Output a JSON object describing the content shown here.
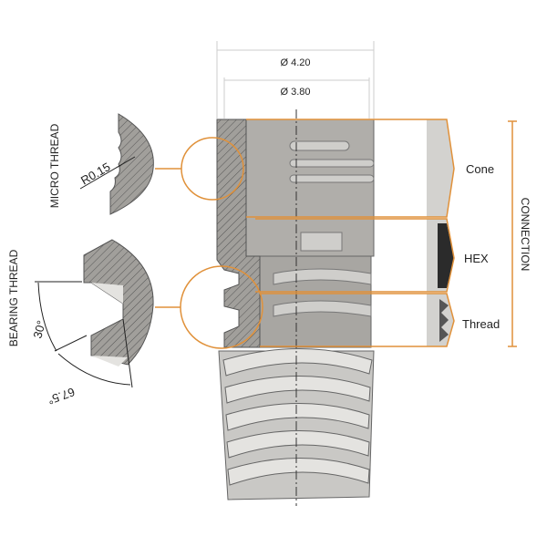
{
  "dimensions": {
    "outer": "Ø 4.20",
    "inner": "Ø 3.80"
  },
  "details": {
    "micro_thread": {
      "title": "MICRO THREAD",
      "radius": "R0.15"
    },
    "bearing_thread": {
      "title": "BEARING THREAD",
      "angle_a": "30°",
      "angle_b": "67.5°"
    }
  },
  "connection": {
    "title": "CONNECTION",
    "parts": [
      {
        "label": "Cone"
      },
      {
        "label": "HEX"
      },
      {
        "label": "Thread"
      }
    ]
  },
  "colors": {
    "accent": "#e0913a",
    "metal": "#a8a6a2",
    "metal_light": "#d6d5d2",
    "hatch": "#444444"
  }
}
